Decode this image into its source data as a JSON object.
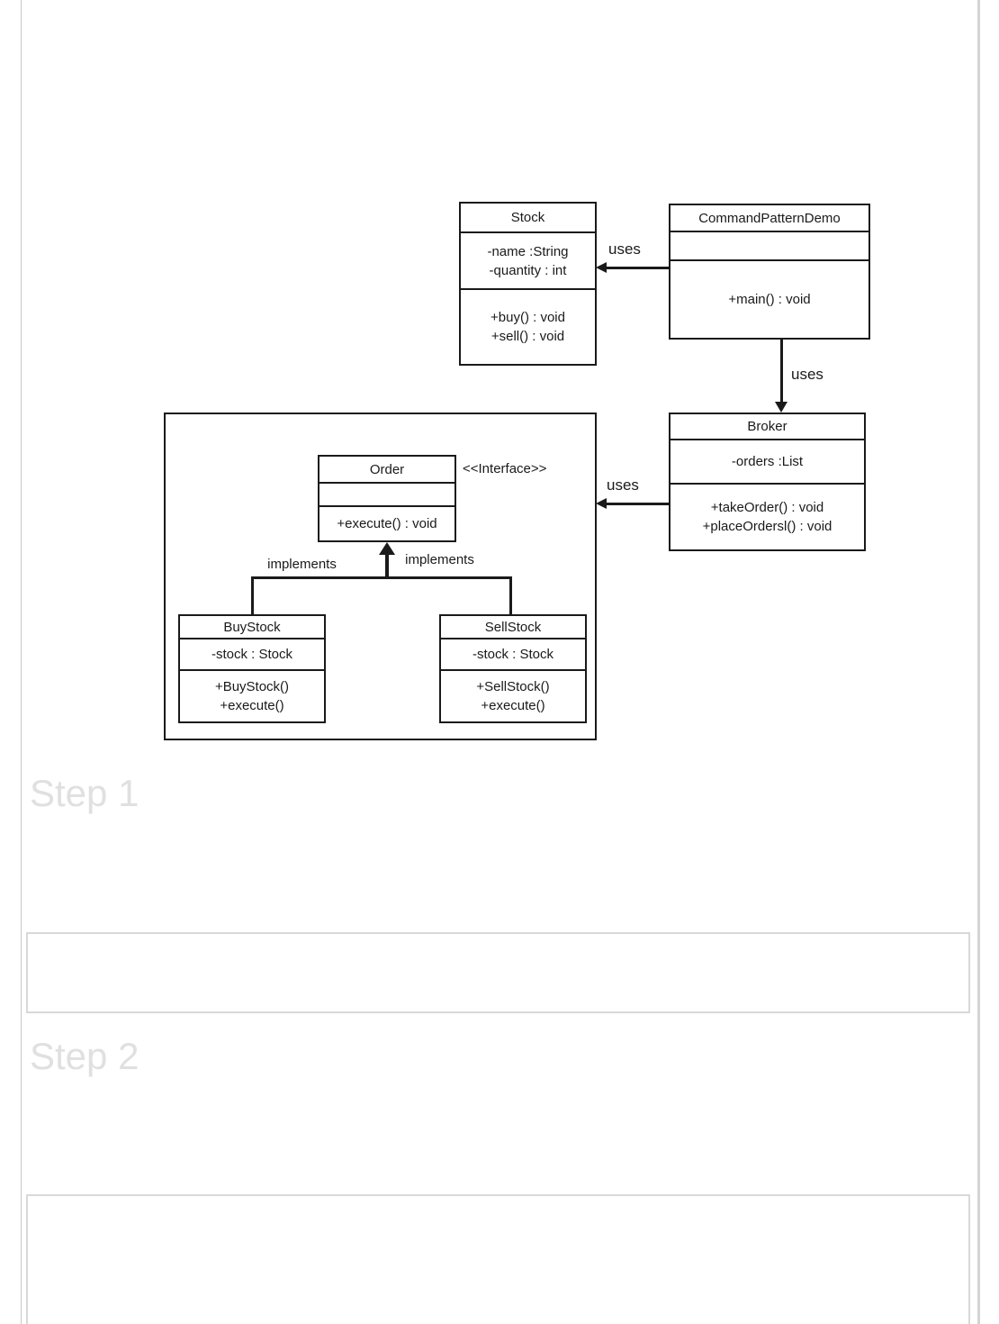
{
  "page": {
    "step1_heading": "Step 1",
    "step2_heading": "Step 2"
  },
  "diagram": {
    "classes": {
      "stock": {
        "title": "Stock",
        "attributes": [
          "-name :String",
          "-quantity : int"
        ],
        "methods": [
          "+buy() : void",
          "+sell() : void"
        ]
      },
      "commandPatternDemo": {
        "title": "CommandPatternDemo",
        "attributes": [],
        "methods": [
          "+main() : void"
        ]
      },
      "broker": {
        "title": "Broker",
        "attributes": [
          "-orders :List"
        ],
        "methods": [
          "+takeOrder() : void",
          "+placeOrdersl() : void"
        ]
      },
      "order": {
        "title": "Order",
        "stereotype": "<<Interface>>",
        "attributes": [],
        "methods": [
          "+execute() : void"
        ]
      },
      "buyStock": {
        "title": "BuyStock",
        "attributes": [
          "-stock : Stock"
        ],
        "methods": [
          "+BuyStock()",
          "+execute()"
        ]
      },
      "sellStock": {
        "title": "SellStock",
        "attributes": [
          "-stock : Stock"
        ],
        "methods": [
          "+SellStock()",
          "+execute()"
        ]
      }
    },
    "labels": {
      "uses_demo_stock": "uses",
      "uses_demo_broker": "uses",
      "uses_broker_order": "uses",
      "implements_left": "implements",
      "implements_right": "implements"
    }
  },
  "colors": {
    "diagram-line": "#1a1a1a",
    "diagram-text": "#1a1a1a",
    "step-heading": "#e0e0e0",
    "placeholder-border": "#d8d8d8",
    "page-border-left": "#c9c9c9",
    "page-border-right": "#d4d4d4"
  }
}
